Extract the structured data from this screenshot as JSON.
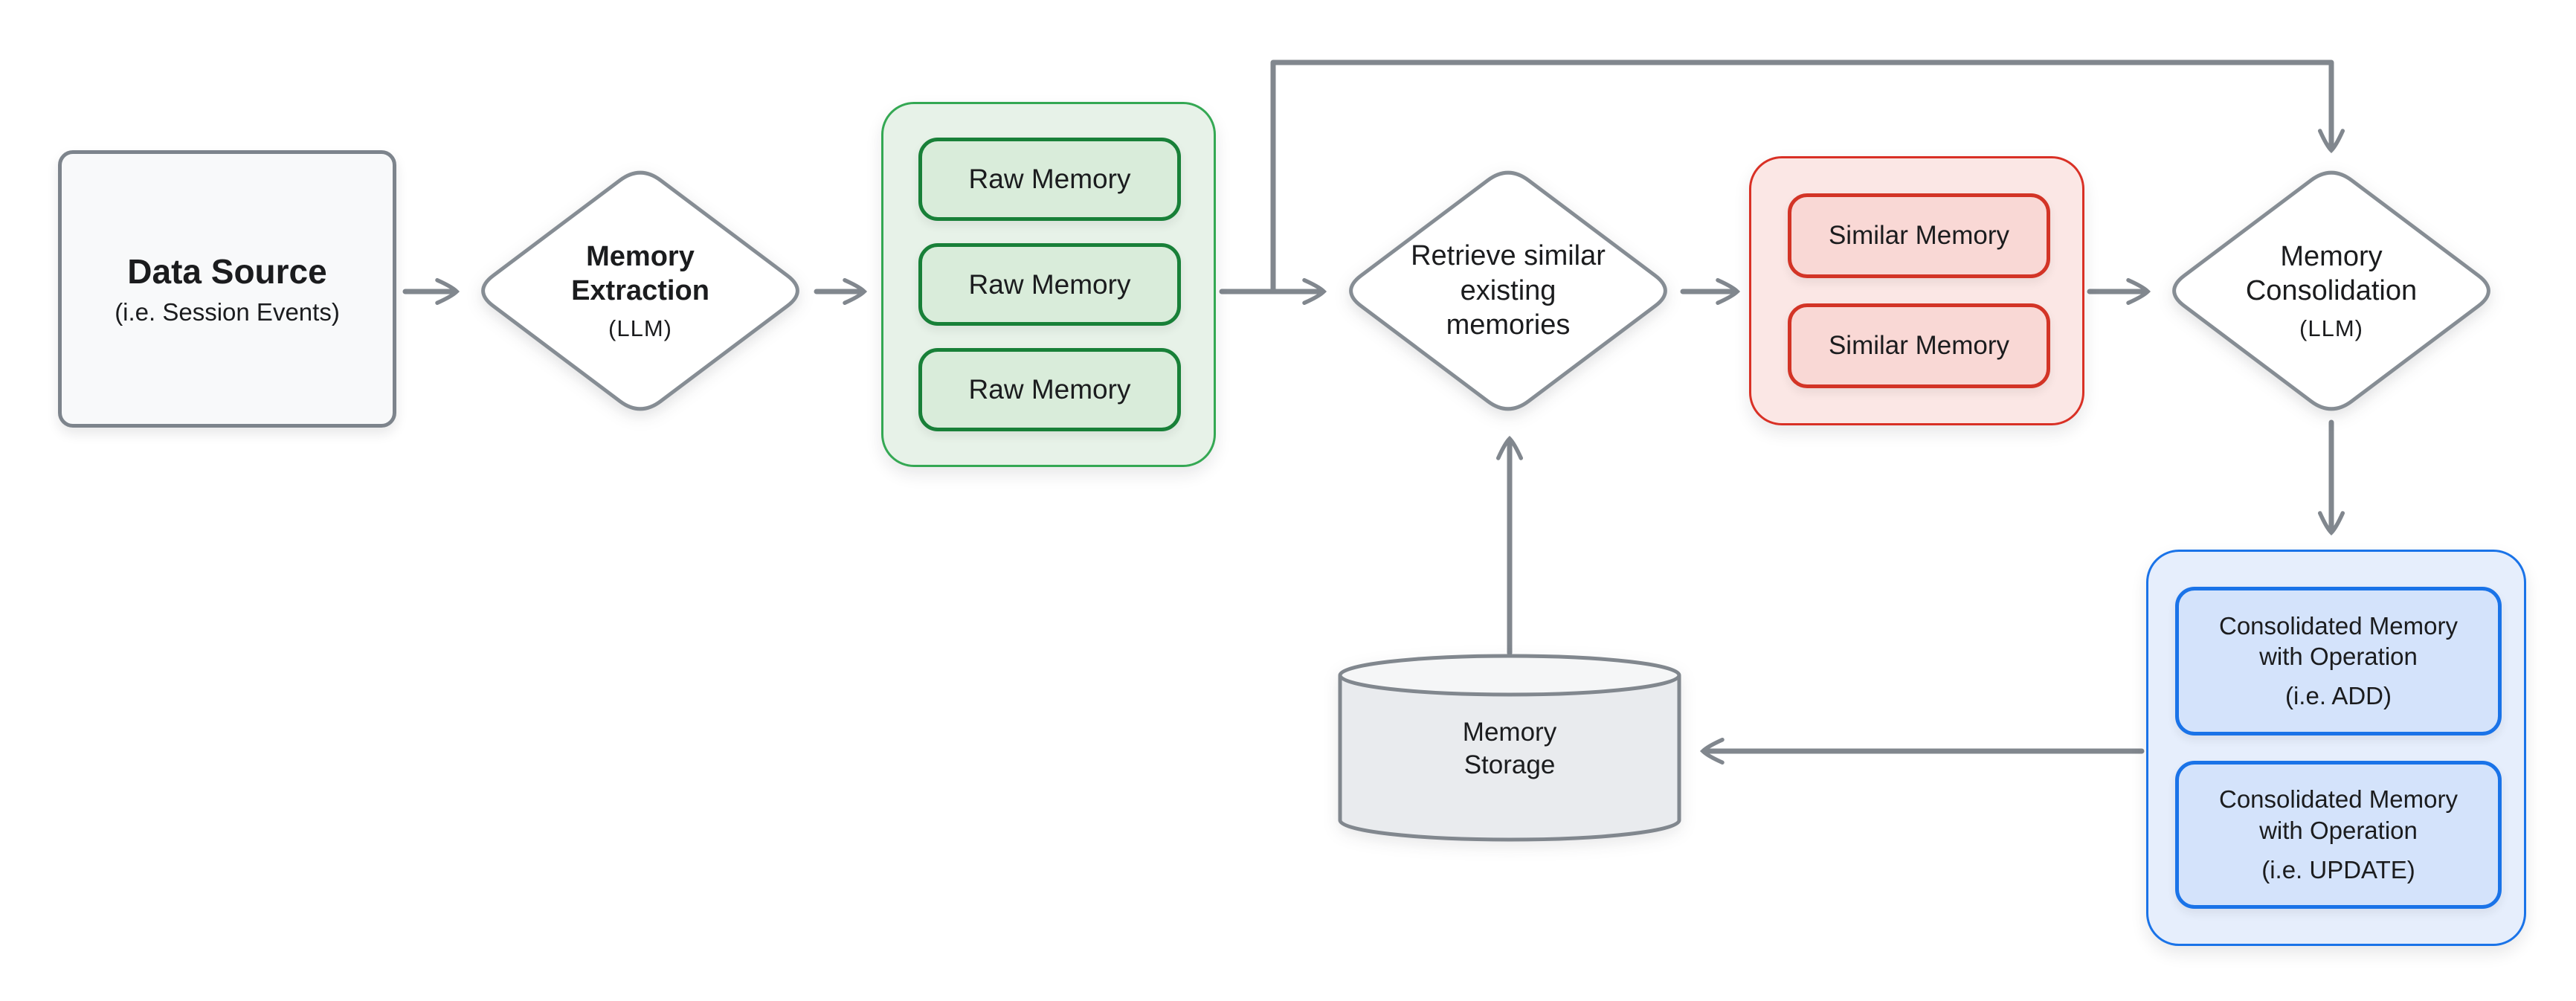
{
  "diagram_type": "flowchart",
  "colors": {
    "background": "#ffffff",
    "arrow_gray": "#81878e",
    "shape_border_gray": "#7d848c",
    "text": "#1b1c1e",
    "green_group_fill": "#e7f2e8",
    "green_group_border": "#34a853",
    "green_box_fill": "#d9ecda",
    "green_box_border": "#188038",
    "red_group_fill": "#fbe7e5",
    "red_group_border": "#d93025",
    "red_box_fill": "#f9d8d5",
    "red_box_border": "#d33426",
    "blue_group_fill": "#e6eefc",
    "blue_group_border": "#1a73e8",
    "blue_box_fill": "#d4e3fb",
    "blue_box_border": "#1a73e8",
    "cylinder_body_fill": "#e9ebee",
    "cylinder_top_fill": "#f5f6f7",
    "plain_node_fill": "#f8f9fa"
  },
  "nodes": {
    "data_source": {
      "title": "Data Source",
      "subtitle": "(i.e. Session Events)"
    },
    "memory_extraction": {
      "title": "Memory\nExtraction",
      "subtitle": "(LLM)"
    },
    "raw_memory_group": {
      "items": [
        "Raw Memory",
        "Raw Memory",
        "Raw Memory"
      ]
    },
    "retrieve_memories": {
      "title": "Retrieve similar\nexisting\nmemories"
    },
    "similar_memory_group": {
      "items": [
        "Similar Memory",
        "Similar Memory"
      ]
    },
    "memory_consolidation": {
      "title": "Memory\nConsolidation",
      "subtitle": "(LLM)"
    },
    "consolidated_group": {
      "items": [
        {
          "title": "Consolidated Memory\nwith Operation",
          "subtitle": "(i.e. ADD)"
        },
        {
          "title": "Consolidated Memory\nwith Operation",
          "subtitle": "(i.e. UPDATE)"
        }
      ]
    },
    "memory_storage": {
      "title": "Memory\nStorage"
    }
  },
  "edges": [
    {
      "from": "data_source",
      "to": "memory_extraction"
    },
    {
      "from": "memory_extraction",
      "to": "raw_memory_group"
    },
    {
      "from": "raw_memory_group",
      "to": "retrieve_memories"
    },
    {
      "from": "raw_memory_group",
      "to": "memory_consolidation"
    },
    {
      "from": "retrieve_memories",
      "to": "similar_memory_group"
    },
    {
      "from": "similar_memory_group",
      "to": "memory_consolidation"
    },
    {
      "from": "memory_consolidation",
      "to": "consolidated_group"
    },
    {
      "from": "consolidated_group",
      "to": "memory_storage"
    },
    {
      "from": "memory_storage",
      "to": "retrieve_memories"
    }
  ]
}
